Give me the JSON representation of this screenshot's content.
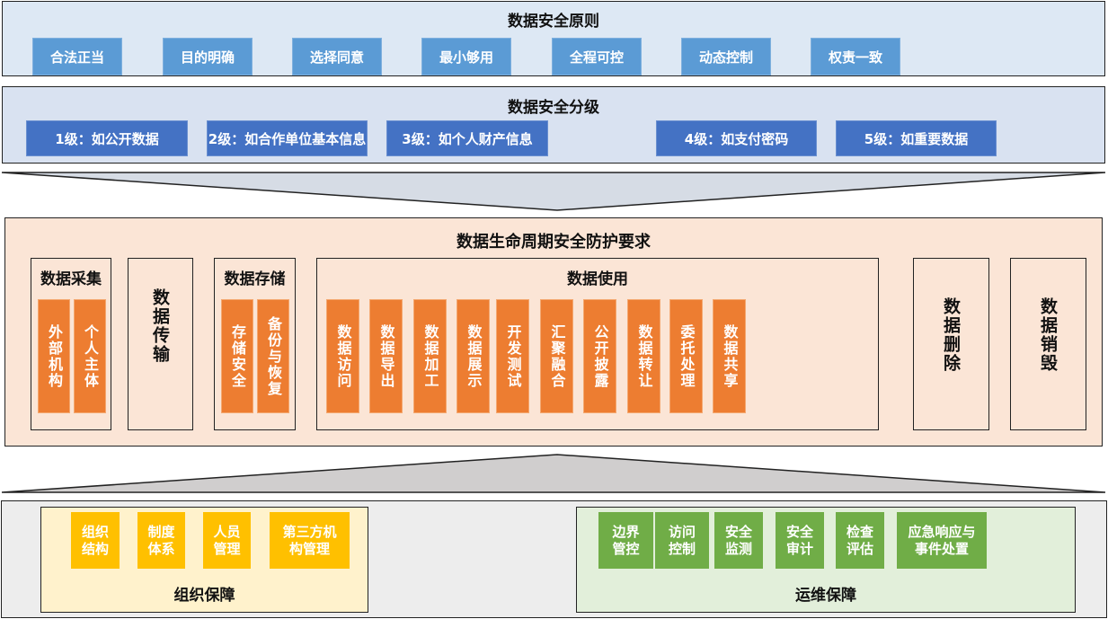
{
  "principles": {
    "title": "数据安全原则",
    "items": [
      "合法正当",
      "目的明确",
      "选择同意",
      "最小够用",
      "全程可控",
      "动态控制",
      "权责一致"
    ]
  },
  "classification": {
    "title": "数据安全分级",
    "levels": [
      "1级：如公开数据",
      "2级：如合作单位基本信息",
      "3级：如个人财产信息",
      "4级：如支付密码",
      "5级：如重要数据"
    ]
  },
  "lifecycle": {
    "title": "数据生命周期安全防护要求",
    "collection": {
      "title": "数据采集",
      "items": [
        "外部机构",
        "个人主体"
      ]
    },
    "transmission": {
      "title": "数据传输"
    },
    "storage": {
      "title": "数据存储",
      "items": [
        "存储安全",
        "备份与恢复"
      ]
    },
    "usage": {
      "title": "数据使用",
      "items": [
        "数据访问",
        "数据导出",
        "数据加工",
        "数据展示",
        "开发测试",
        "汇聚融合",
        "公开披露",
        "数据转让",
        "委托处理",
        "数据共享"
      ]
    },
    "deletion": {
      "title": "数据删除"
    },
    "destruction": {
      "title": "数据销毁"
    }
  },
  "support": {
    "organizational": {
      "title": "组织保障",
      "items": [
        "组织\n结构",
        "制度\n体系",
        "人员\n管理",
        "第三方机\n构管理"
      ]
    },
    "operations": {
      "title": "运维保障",
      "items": [
        "边界\n管控",
        "访问\n控制",
        "安全\n监测",
        "安全\n审计",
        "检查\n评估",
        "应急响应与\n事件处置"
      ]
    }
  },
  "colors": {
    "principle_box": "#5b9bd5",
    "level_box": "#4472c4",
    "lifecycle_bg": "#fbe5d6",
    "orange_box": "#ed7d31",
    "org_bg": "#fff2cc",
    "org_box": "#ffc000",
    "ops_bg": "#e2efda",
    "ops_box": "#70ad47"
  }
}
